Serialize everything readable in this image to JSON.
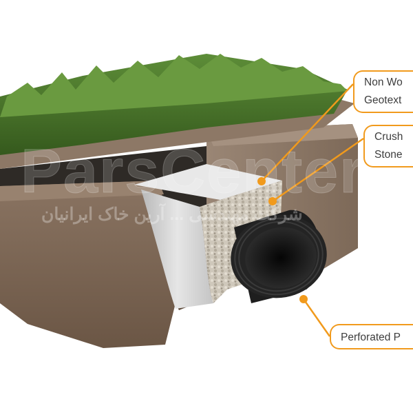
{
  "labels": {
    "geotextile": [
      "Non Wo",
      "Geotext"
    ],
    "stone": [
      "Crush",
      "Stone"
    ],
    "pipe": [
      "Perforated P"
    ]
  },
  "watermark": {
    "latin": "ParsCenter",
    "persian": "شرکت مهندسی ... آرین خاک ایرانیان"
  },
  "colors": {
    "callout_border": "#f19a1c",
    "label_text": "#3d3d3d",
    "grass": "#4a7a2a",
    "soil": "#7a6552",
    "fabric": "#d9d9d9",
    "pipe": "#1c1c1c"
  }
}
